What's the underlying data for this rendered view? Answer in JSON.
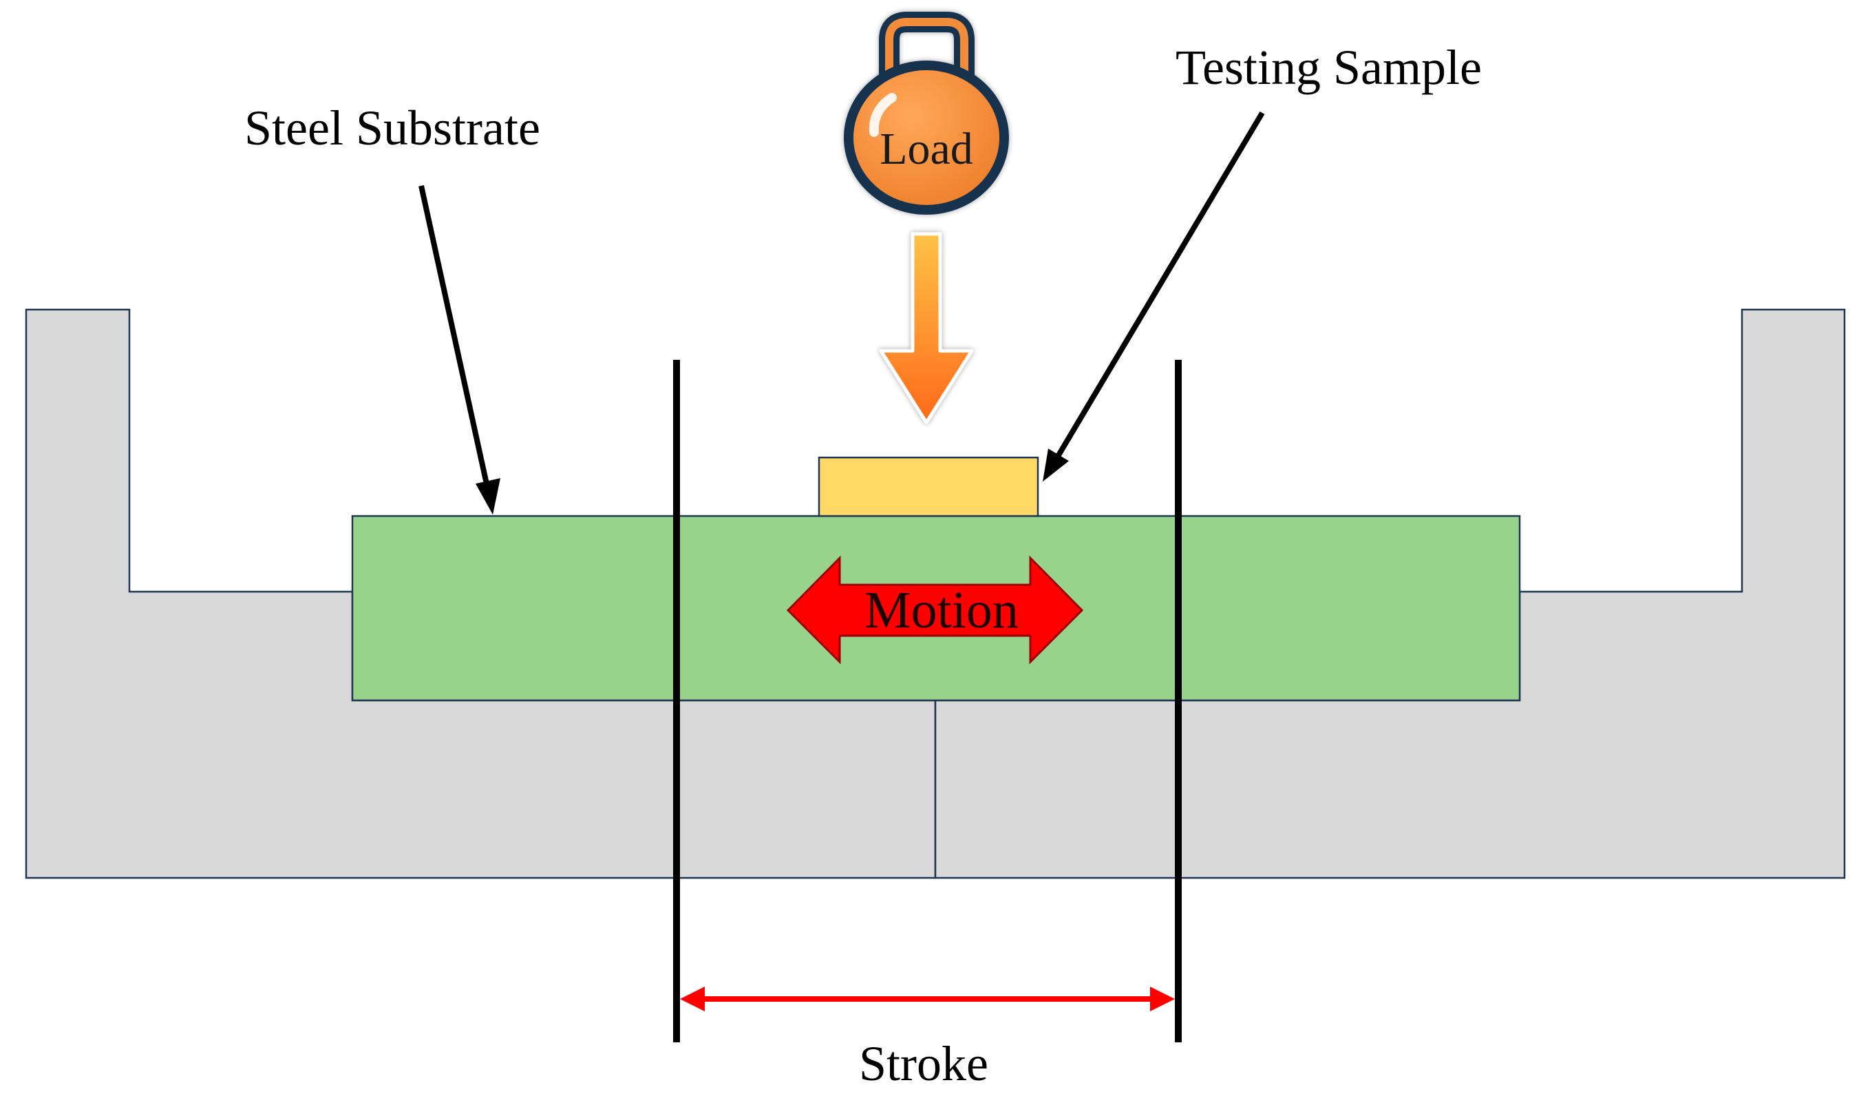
{
  "labels": {
    "steel_substrate": "Steel Substrate",
    "testing_sample": "Testing Sample",
    "load": "Load",
    "motion": "Motion",
    "stroke": "Stroke"
  },
  "colors": {
    "fixture": "#d9d9d9",
    "fixture_outline": "#1f3554",
    "substrate": "#97d38a",
    "sample": "#ffd966",
    "motion_arrow": "#ff0000",
    "stroke_arrow": "#ff0000",
    "weight": "#f28c3a",
    "weight_outline": "#17324d",
    "load_arrow_top": "#ffc247",
    "load_arrow_bottom": "#ff6a1a",
    "lines": "#000000"
  },
  "icons": {
    "weight": "kettlebell-icon",
    "load_arrow": "down-arrow-icon",
    "motion_arrow": "double-headed-arrow-icon"
  }
}
